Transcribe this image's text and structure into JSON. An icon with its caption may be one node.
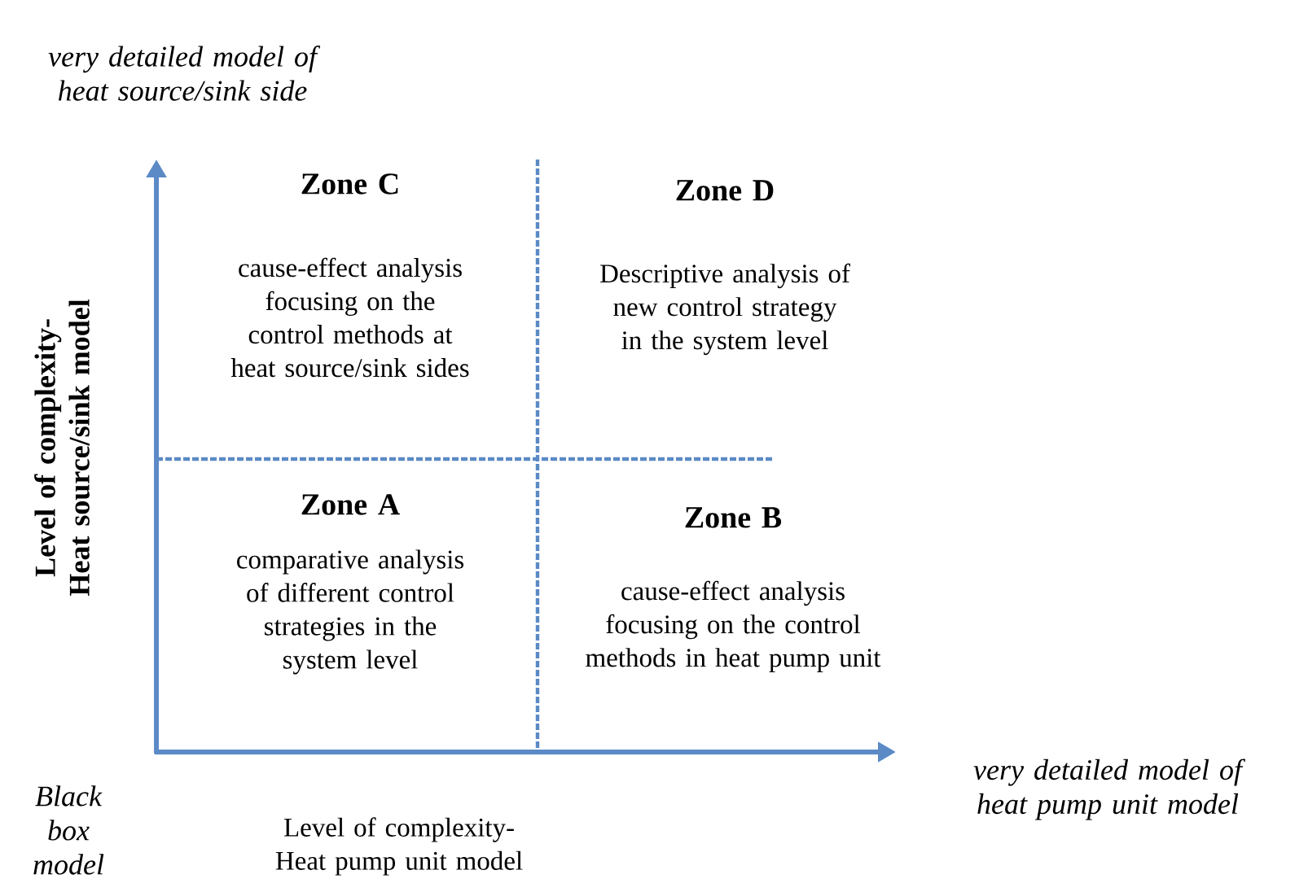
{
  "diagram": {
    "labels": [
      "very detailed model of heat source/sink side",
      "Zone C",
      "cause-effect analysis focusing on the control methods at heat source/sink sides",
      "Zone D",
      "Descriptive analysis of new control strategy in the system level",
      "Level of complexity-Heat source/sink model",
      "Zone A",
      "comparative analysis of different control strategies in the system level",
      "Zone B",
      "cause-effect analysis focusing on the control methods in heat pump unit",
      "very detailed model of heat pump unit model",
      "Black box model",
      "Level of complexity-Heat pump unit model"
    ]
  }
}
